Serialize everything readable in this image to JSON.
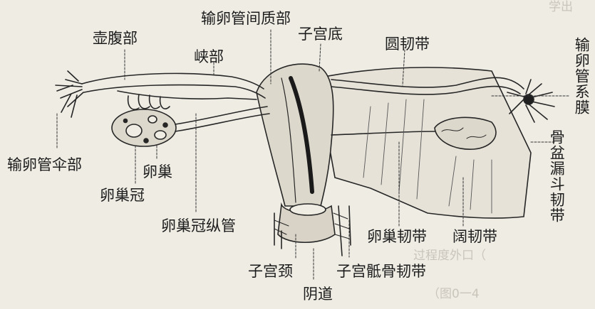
{
  "labels": {
    "ampulla": "壶腹部",
    "interstitial": "输卵管间质部",
    "fundus": "子宫底",
    "round_ligament": "圆韧带",
    "mesosalpinx": "输卵管系膜",
    "isthmus": "峡部",
    "infundibulum": "输卵管伞部",
    "ovary": "卵巢",
    "epoophoron": "卵巢冠",
    "epoophoron_duct": "卵巢冠纵管",
    "suspensory_ligament": "骨盆漏斗韧带",
    "ovarian_ligament": "卵巢韧带",
    "broad_ligament": "阔韧带",
    "cervix": "子宫颈",
    "vagina": "阴道",
    "uterosacral_ligament": "子宫骶骨韧带"
  },
  "bleed_through": {
    "top_right": "学出",
    "bottom_right_1": "过程度外口（",
    "bottom_right_2": "（图0一4"
  }
}
